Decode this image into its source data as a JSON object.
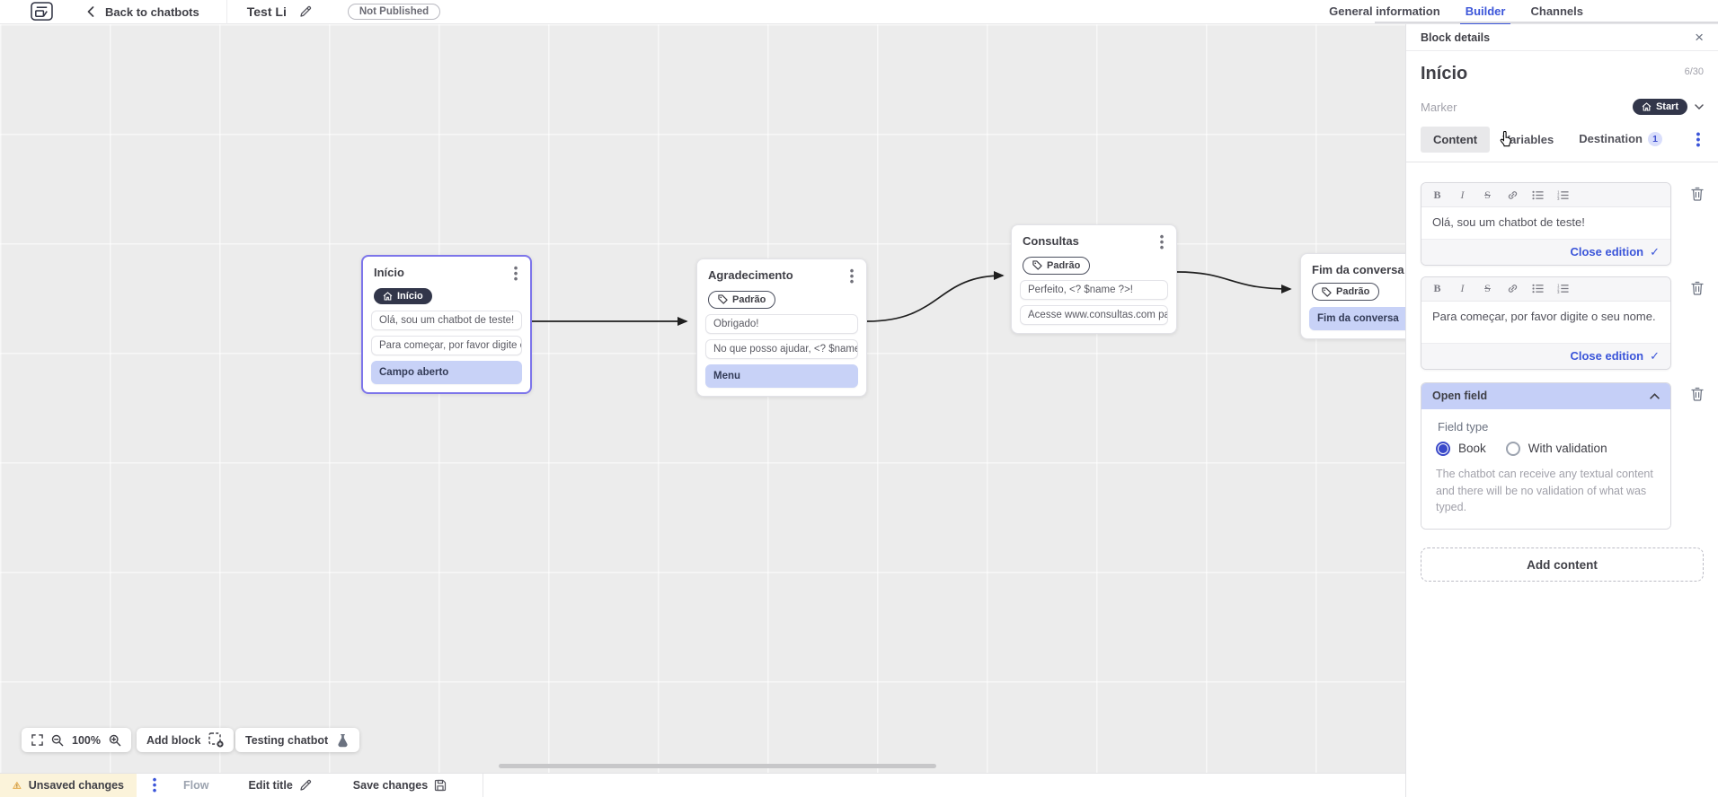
{
  "topbar": {
    "back_label": "Back to chatbots",
    "chatbot_title": "Test Li",
    "status_badge": "Not Published",
    "tabs": [
      {
        "label": "General information",
        "active": false
      },
      {
        "label": "Builder",
        "active": true
      },
      {
        "label": "Channels",
        "active": false
      }
    ]
  },
  "canvas": {
    "blocks": [
      {
        "title": "Início",
        "selected": true,
        "marker": {
          "label": "Início",
          "style": "start"
        },
        "rows": [
          {
            "type": "message",
            "text": "Olá, sou um chatbot de teste!"
          },
          {
            "type": "message",
            "text": "Para começar, por favor digite o ..."
          },
          {
            "type": "action",
            "text": "Campo aberto"
          }
        ]
      },
      {
        "title": "Agradecimento",
        "selected": false,
        "marker": {
          "label": "Padrão",
          "style": "default"
        },
        "rows": [
          {
            "type": "message",
            "text": "Obrigado!"
          },
          {
            "type": "message",
            "text": "No que posso ajudar, <? $name ..."
          },
          {
            "type": "action",
            "text": "Menu"
          }
        ]
      },
      {
        "title": "Consultas",
        "selected": false,
        "marker": {
          "label": "Padrão",
          "style": "default"
        },
        "rows": [
          {
            "type": "message",
            "text": "Perfeito, <? $name ?>!"
          },
          {
            "type": "message",
            "text": "Acesse www.consultas.com par..."
          }
        ]
      },
      {
        "title": "Fim da conversa",
        "selected": false,
        "marker": {
          "label": "Padrão",
          "style": "default"
        },
        "rows": [
          {
            "type": "action",
            "text": "Fim da conversa"
          }
        ]
      }
    ],
    "toolbar": {
      "zoom_level": "100%",
      "add_block_label": "Add block",
      "testing_label": "Testing chatbot"
    }
  },
  "panel": {
    "header": "Block details",
    "block_name": "Início",
    "name_counter": "6/30",
    "marker_label": "Marker",
    "marker_value": "Start",
    "tabs": [
      {
        "label": "Content",
        "active": true
      },
      {
        "label": "Variables",
        "active": false
      },
      {
        "label": "Destination",
        "active": false,
        "badge": "1"
      }
    ],
    "editors": [
      {
        "text": "Olá, sou um chatbot de teste!"
      },
      {
        "text": "Para começar, por favor digite o seu nome."
      }
    ],
    "close_edition_label": "Close edition",
    "open_field": {
      "header": "Open field",
      "field_type_label": "Field type",
      "options": [
        {
          "label": "Book",
          "selected": true
        },
        {
          "label": "With validation",
          "selected": false
        }
      ],
      "description": "The chatbot can receive any textual content and there will be no validation of what was typed."
    },
    "add_content_label": "Add content"
  },
  "bottombar": {
    "unsaved_label": "Unsaved changes",
    "flow_label": "Flow",
    "edit_title_label": "Edit title",
    "save_label": "Save changes"
  },
  "colors": {
    "accent": "#3b55d9",
    "dark_pill": "#32364a",
    "action_row_bg": "#c8d2f7",
    "selected_block_border": "#7d75ea",
    "destination_badge_bg": "#d9defb",
    "warning": "#e2a23b"
  }
}
